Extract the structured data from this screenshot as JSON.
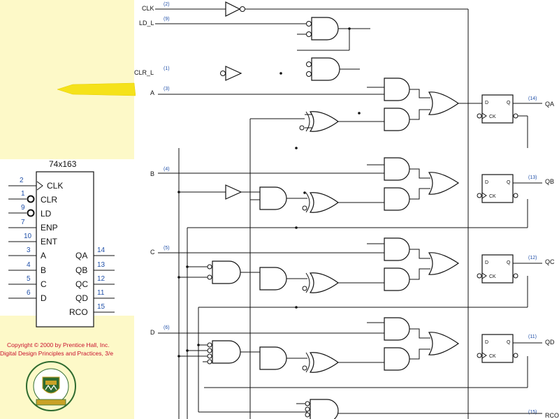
{
  "chip": {
    "title": "74x163",
    "left_pins": [
      {
        "num": "2",
        "name": "CLK"
      },
      {
        "num": "1",
        "name": "CLR"
      },
      {
        "num": "9",
        "name": "LD"
      },
      {
        "num": "7",
        "name": "ENP"
      },
      {
        "num": "10",
        "name": "ENT"
      },
      {
        "num": "3",
        "name": "A"
      },
      {
        "num": "4",
        "name": "B"
      },
      {
        "num": "5",
        "name": "C"
      },
      {
        "num": "6",
        "name": "D"
      }
    ],
    "right_pins": [
      {
        "num": "14",
        "name": "QA"
      },
      {
        "num": "13",
        "name": "QB"
      },
      {
        "num": "12",
        "name": "QC"
      },
      {
        "num": "11",
        "name": "QD"
      },
      {
        "num": "15",
        "name": "RCO"
      }
    ]
  },
  "copyright": {
    "line1": "Copyright © 2000 by Prentice Hall, Inc.",
    "line2": "Digital Design Principles and Practices, 3/e"
  },
  "schematic": {
    "inputs": [
      {
        "name": "CLK",
        "pin": "(2)"
      },
      {
        "name": "LD_L",
        "pin": "(9)"
      },
      {
        "name": "CLR_L",
        "pin": "(1)"
      },
      {
        "name": "A",
        "pin": "(3)"
      },
      {
        "name": "B",
        "pin": "(4)"
      },
      {
        "name": "C",
        "pin": "(5)"
      },
      {
        "name": "D",
        "pin": "(6)"
      }
    ],
    "outputs": [
      {
        "name": "QA",
        "pin": "(14)"
      },
      {
        "name": "QB",
        "pin": "(13)"
      },
      {
        "name": "QC",
        "pin": "(12)"
      },
      {
        "name": "QD",
        "pin": "(11)"
      },
      {
        "name": "RCO",
        "pin": "(15)"
      }
    ],
    "flipflop": {
      "d": "D",
      "q": "Q",
      "ck": "CK"
    }
  },
  "colors": {
    "panel": "#fdf9c8",
    "pin_blue": "#1f4fa8",
    "copyright_red": "#c8102e",
    "arrow_yellow": "#f5e21a"
  }
}
